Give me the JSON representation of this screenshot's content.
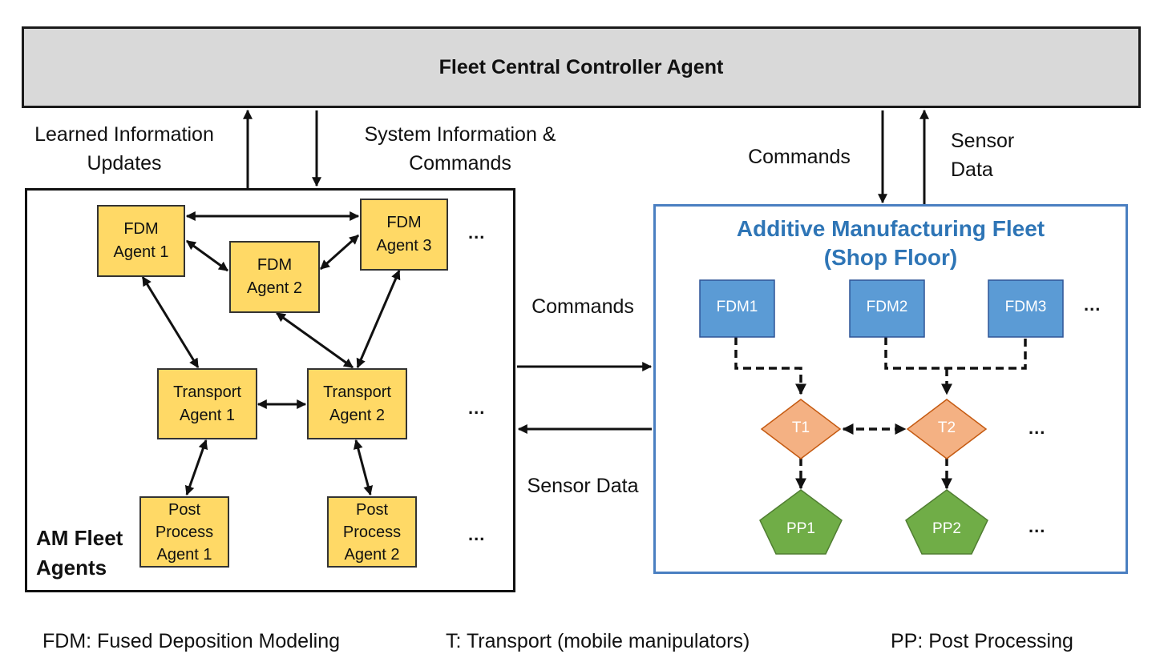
{
  "central": {
    "title": "Fleet Central Controller Agent"
  },
  "labels": {
    "learned_line1": "Learned Information",
    "learned_line2": "Updates",
    "sysinfo_line1": "System Information &",
    "sysinfo_line2": "Commands",
    "commands_top": "Commands",
    "sensor_line1": "Sensor",
    "sensor_line2": "Data",
    "commands_mid": "Commands",
    "sensor_mid": "Sensor Data"
  },
  "agents_panel": {
    "title_line1": "AM Fleet",
    "title_line2": "Agents",
    "fdm1": [
      "FDM",
      "Agent 1"
    ],
    "fdm2": [
      "FDM",
      "Agent 2"
    ],
    "fdm3": [
      "FDM",
      "Agent 3"
    ],
    "transport1": [
      "Transport",
      "Agent 1"
    ],
    "transport2": [
      "Transport",
      "Agent 2"
    ],
    "post1": [
      "Post",
      "Process",
      "Agent 1"
    ],
    "post2": [
      "Post",
      "Process",
      "Agent 2"
    ],
    "ellipsis": "..."
  },
  "fleet_panel": {
    "title_line1": "Additive Manufacturing Fleet",
    "title_line2": "(Shop Floor)",
    "fdm_nodes": [
      "FDM1",
      "FDM2",
      "FDM3"
    ],
    "transport_nodes": [
      "T1",
      "T2"
    ],
    "pp_nodes": [
      "PP1",
      "PP2"
    ],
    "ellipsis": "..."
  },
  "legend": {
    "fdm": "FDM: Fused Deposition Modeling",
    "transport": "T: Transport (mobile manipulators)",
    "pp": "PP: Post Processing"
  },
  "colors": {
    "agent_fill": "#ffd966",
    "fdm_fill": "#5b9bd5",
    "transport_fill": "#f4b183",
    "pp_fill": "#70ad47",
    "fleet_title": "#2e75b6",
    "central_fill": "#d9d9d9"
  }
}
